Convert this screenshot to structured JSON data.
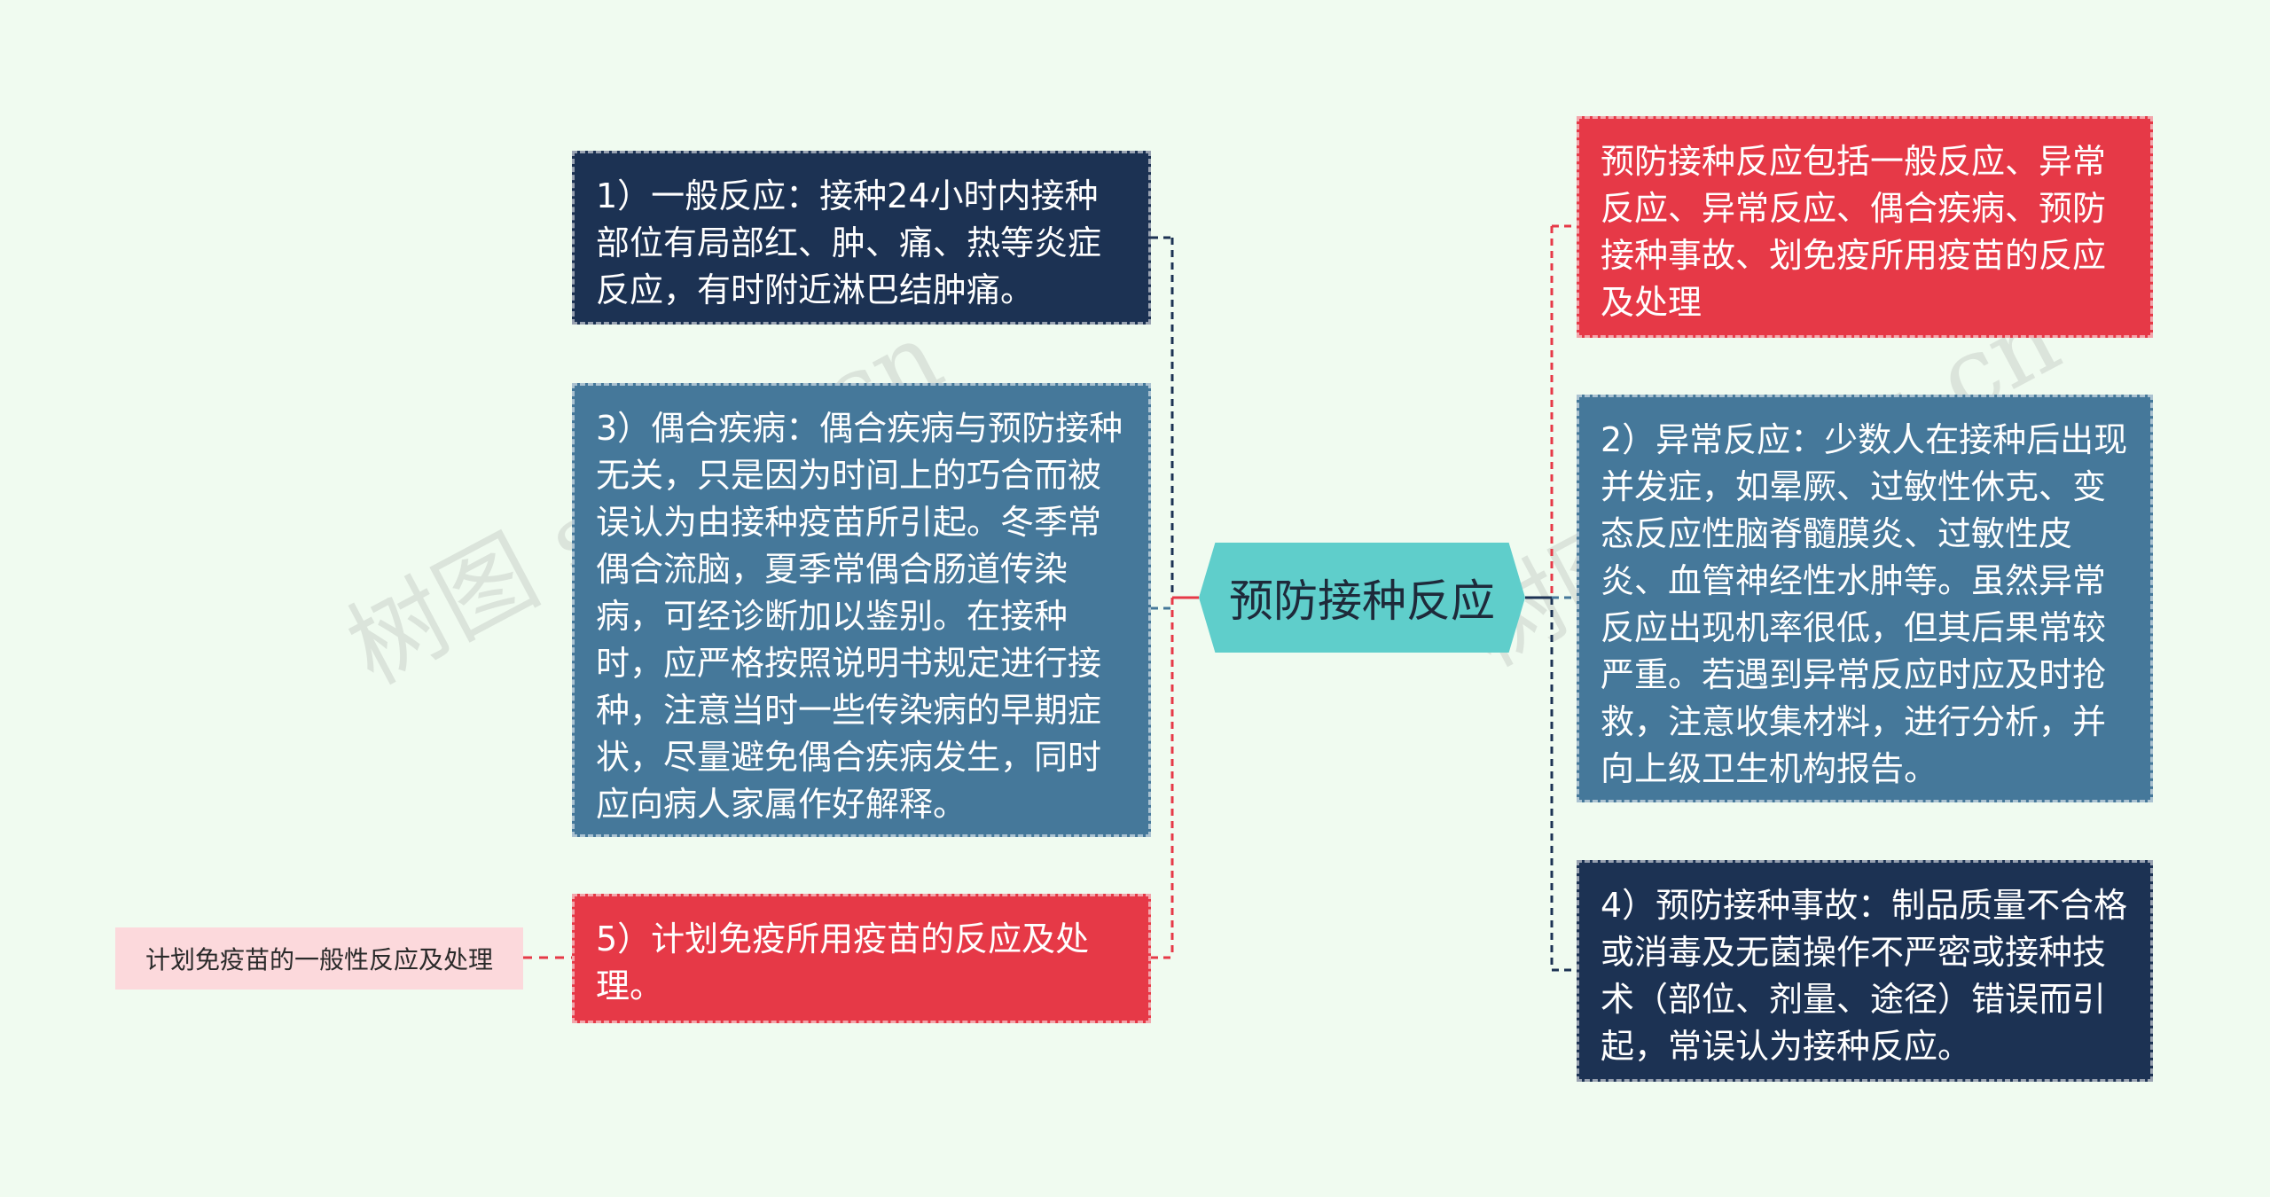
{
  "mindmap": {
    "center": {
      "label": "预防接种反应"
    },
    "left_nodes": [
      {
        "id": "L1",
        "text": "1）一般反应：接种24小时内接种部位有局部红、肿、痛、热等炎症反应，有时附近淋巴结肿痛。",
        "color": "#1c3253"
      },
      {
        "id": "L2",
        "text": "3）偶合疾病：偶合疾病与预防接种无关，只是因为时间上的巧合而被误认为由接种疫苗所引起。冬季常偶合流脑，夏季常偶合肠道传染病，可经诊断加以鉴别。在接种时，应严格按照说明书规定进行接种，注意当时一些传染病的早期症状，尽量避免偶合疾病发生，同时应向病人家属作好解释。",
        "color": "#45789a"
      },
      {
        "id": "L3",
        "text": "5）计划免疫所用疫苗的反应及处理。",
        "color": "#e63947"
      }
    ],
    "right_nodes": [
      {
        "id": "R1",
        "text": "预防接种反应包括一般反应、异常反应、异常反应、偶合疾病、预防接种事故、划免疫所用疫苗的反应及处理",
        "color": "#e63947"
      },
      {
        "id": "R2",
        "text": "2）异常反应：少数人在接种后出现并发症，如晕厥、过敏性休克、变态反应性脑脊髓膜炎、过敏性皮炎、血管神经性水肿等。虽然异常反应出现机率很低，但其后果常较严重。若遇到异常反应时应及时抢救，注意收集材料，进行分析，并向上级卫生机构报告。",
        "color": "#45789a"
      },
      {
        "id": "R3",
        "text": "4）预防接种事故：制品质量不合格或消毒及无菌操作不严密或接种技术（部位、剂量、途径）错误而引起，常误认为接种反应。",
        "color": "#1c3253"
      }
    ],
    "leaf": {
      "text": "计划免疫苗的一般性反应及处理"
    },
    "watermarks": [
      "树图 shutu.cn",
      "树图 shutu.cn"
    ]
  }
}
